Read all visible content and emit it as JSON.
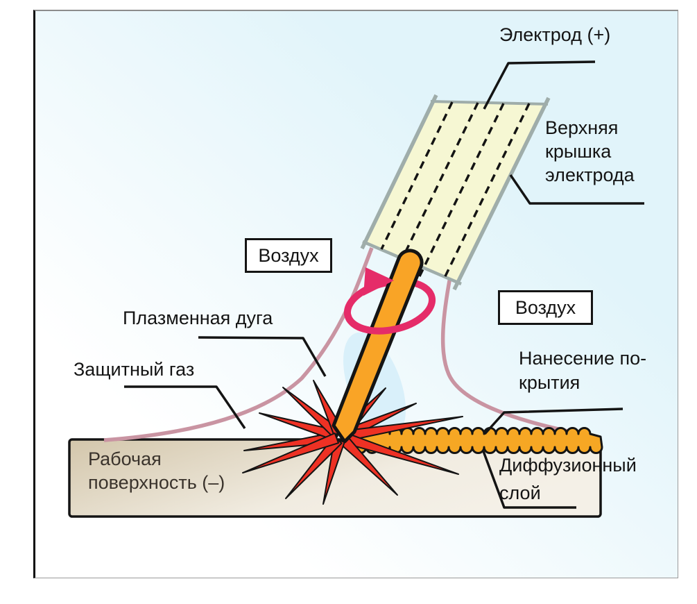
{
  "labels": {
    "electrode_plus": "Электрод (+)",
    "upper_cap": [
      "Верхняя",
      "крышка",
      "электрода"
    ],
    "air_left": "Воздух",
    "air_right": "Воздух",
    "plasma_arc": "Плазменная дуга",
    "shielding_gas": "Защитный газ",
    "coating_application": [
      "Нанесение по-",
      "крытия"
    ],
    "work_surface": [
      "Рабочая",
      "поверхность (–)"
    ],
    "diffusion_layer": [
      "Диффузионный",
      "слой"
    ]
  },
  "colors": {
    "background_tint": "#e1f4fa",
    "electrode_rod_orange": "#f9a426",
    "electrode_cap_fill": "#f6f7d3",
    "cap_edge_gray": "#9fadaa",
    "spark_red": "#ee3124",
    "rotation_pink": "#e52c69",
    "airflow_pink": "#c994a2",
    "coating_orange": "#f6a724",
    "surface_tan_dark": "#d3c6ab",
    "surface_tan_light": "#f1ece1",
    "arc_glow_blue": "#d9f0fa",
    "outline_black": "#141414"
  }
}
